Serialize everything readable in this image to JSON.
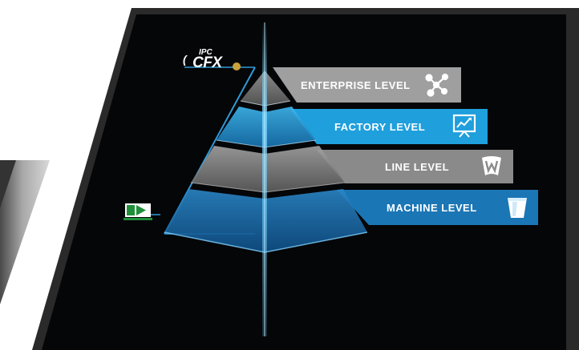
{
  "logo": {
    "ipc": "IPC",
    "cfx": "CFX"
  },
  "levels": [
    {
      "label": "ENTERPRISE LEVEL",
      "icon": "network-nodes-icon",
      "color": "#b3b3b3"
    },
    {
      "label": "FACTORY LEVEL",
      "icon": "chart-presentation-icon",
      "color": "#1f9fdc"
    },
    {
      "label": "LINE LEVEL",
      "icon": "w-logo-icon",
      "color": "#8a8a8a"
    },
    {
      "label": "MACHINE LEVEL",
      "icon": "cup-icon",
      "color": "#1b76b5"
    }
  ],
  "colors": {
    "background": "#050608",
    "frame": "#2b2b2b",
    "accent": "#29b6f6"
  }
}
